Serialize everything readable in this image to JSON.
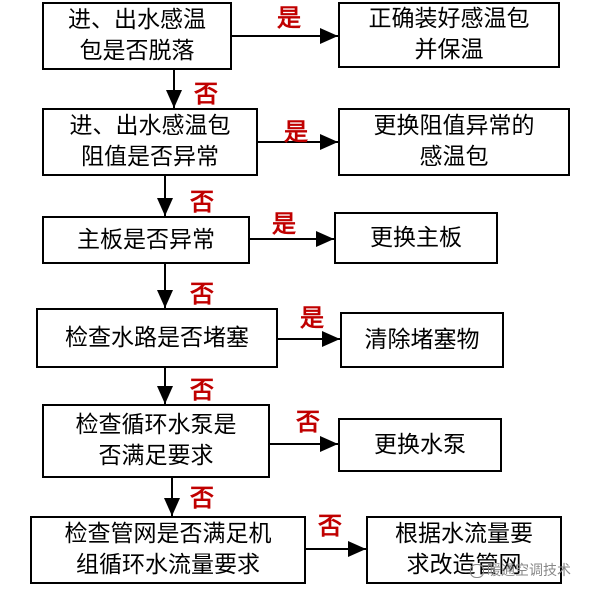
{
  "colors": {
    "label": "#c00000",
    "line": "#000000"
  },
  "checks": [
    {
      "lines": [
        "进、出水感温",
        "包是否脱落"
      ]
    },
    {
      "lines": [
        "进、出水感温包",
        "阻值是否异常"
      ]
    },
    {
      "lines": [
        "主板是否异常"
      ]
    },
    {
      "lines": [
        "检查水路是否堵塞"
      ]
    },
    {
      "lines": [
        "检查循环水泵是",
        "否满足要求"
      ]
    },
    {
      "lines": [
        "检查管网是否满足机",
        "组循环水流量要求"
      ]
    }
  ],
  "actions": [
    {
      "lines": [
        "正确装好感温包",
        "并保温"
      ]
    },
    {
      "lines": [
        "更换阻值异常的",
        "感温包"
      ]
    },
    {
      "lines": [
        "更换主板"
      ]
    },
    {
      "lines": [
        "清除堵塞物"
      ]
    },
    {
      "lines": [
        "更换水泵"
      ]
    },
    {
      "lines": [
        "根据水流量要",
        "求改造管网"
      ]
    }
  ],
  "side_labels": [
    "是",
    "是",
    "是",
    "是",
    "否",
    "否"
  ],
  "down_labels": [
    "否",
    "否",
    "否",
    "否",
    "否"
  ],
  "watermark": "暖通空调技术"
}
